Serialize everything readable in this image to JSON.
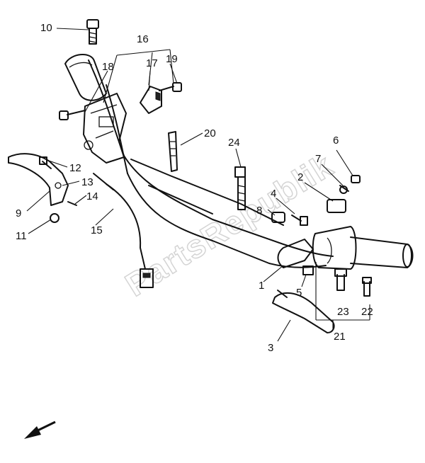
{
  "watermark": "PartsRepublik",
  "callouts": {
    "c1": "1",
    "c2": "2",
    "c3": "3",
    "c4": "4",
    "c5": "5",
    "c6": "6",
    "c7": "7",
    "c8": "8",
    "c9": "9",
    "c10": "10",
    "c11": "11",
    "c12": "12",
    "c13": "13",
    "c14": "14",
    "c15": "15",
    "c16": "16",
    "c17": "17",
    "c18": "18",
    "c19": "19",
    "c20": "20",
    "c21": "21",
    "c22": "22",
    "c23": "23",
    "c24": "24"
  },
  "icons": {
    "direction_arrow": "direction-arrow-icon"
  }
}
